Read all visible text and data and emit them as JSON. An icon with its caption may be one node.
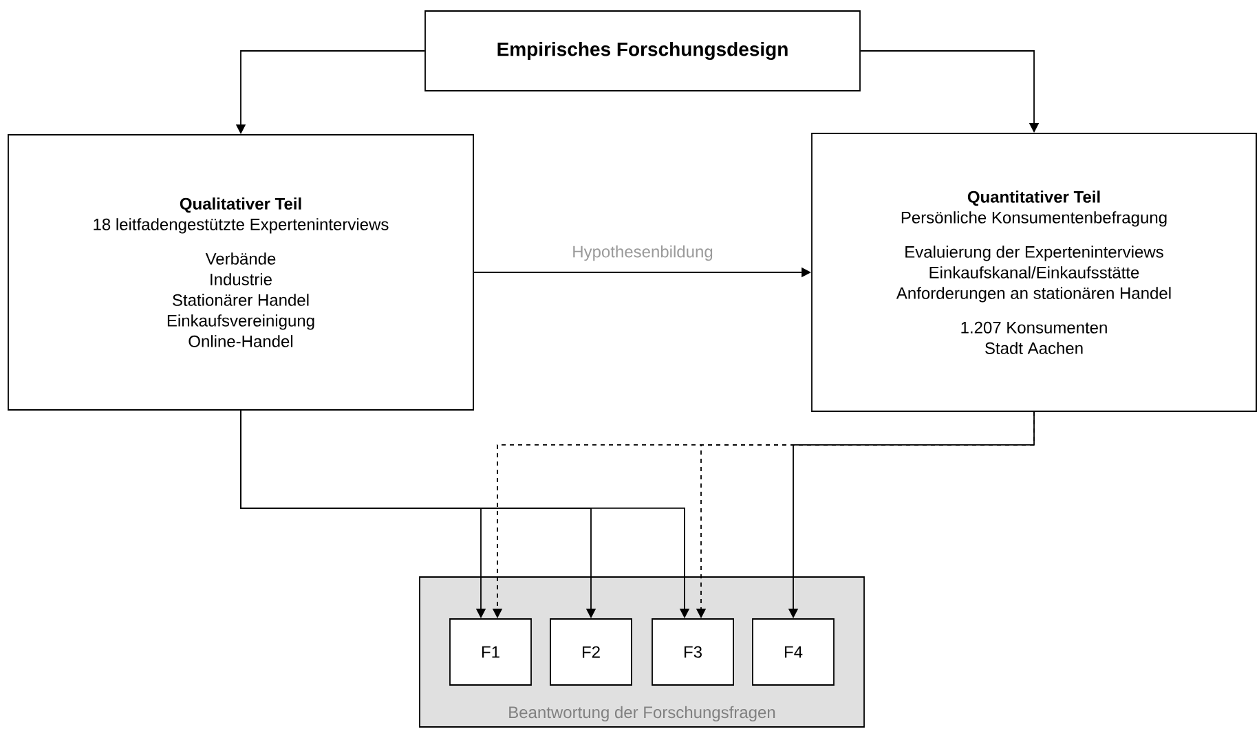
{
  "diagram": {
    "nodes": [
      {
        "text": [
          "Empirisches Forschungsdesign"
        ]
      },
      {
        "text": [
          "Qualitativer Teil",
          "18 leitfadengestützte Experteninterviews",
          "Verbände",
          "Industrie",
          "Stationärer Handel",
          "Einkaufsvereinigung",
          "Online-Handel"
        ]
      },
      {
        "text": [
          "Quantitativer Teil",
          "Persönliche Konsumentenbefragung",
          "Evaluierung der Experteninterviews",
          "Einkaufskanal/Einkaufsstätte",
          "Anforderungen an stationären Handel",
          "1.207 Konsumenten",
          "Stadt Aachen"
        ]
      },
      {
        "text": [
          "Beantwortung der Forschungsfragen"
        ]
      },
      {
        "text": [
          "F1"
        ],
        "in": 3
      },
      {
        "text": [
          "F2"
        ],
        "in": 3
      },
      {
        "text": [
          "F3"
        ],
        "in": 3
      },
      {
        "text": [
          "F4"
        ],
        "in": 3
      }
    ],
    "edges": [
      {
        "from": 0,
        "to": 1,
        "arrow": "to"
      },
      {
        "from": 0,
        "to": 2,
        "arrow": "to"
      },
      {
        "from": 1,
        "to": 2,
        "arrow": "to",
        "label": "Hypothesenbildung"
      },
      {
        "from": 1,
        "to": 4,
        "arrow": "to"
      },
      {
        "from": 1,
        "to": 5,
        "arrow": "to"
      },
      {
        "from": 1,
        "to": 6,
        "arrow": "to"
      },
      {
        "from": 2,
        "to": 4,
        "arrow": "to",
        "style": "dashed"
      },
      {
        "from": 2,
        "to": 6,
        "arrow": "to",
        "style": "dashed"
      },
      {
        "from": 2,
        "to": 7,
        "arrow": "to"
      }
    ]
  }
}
